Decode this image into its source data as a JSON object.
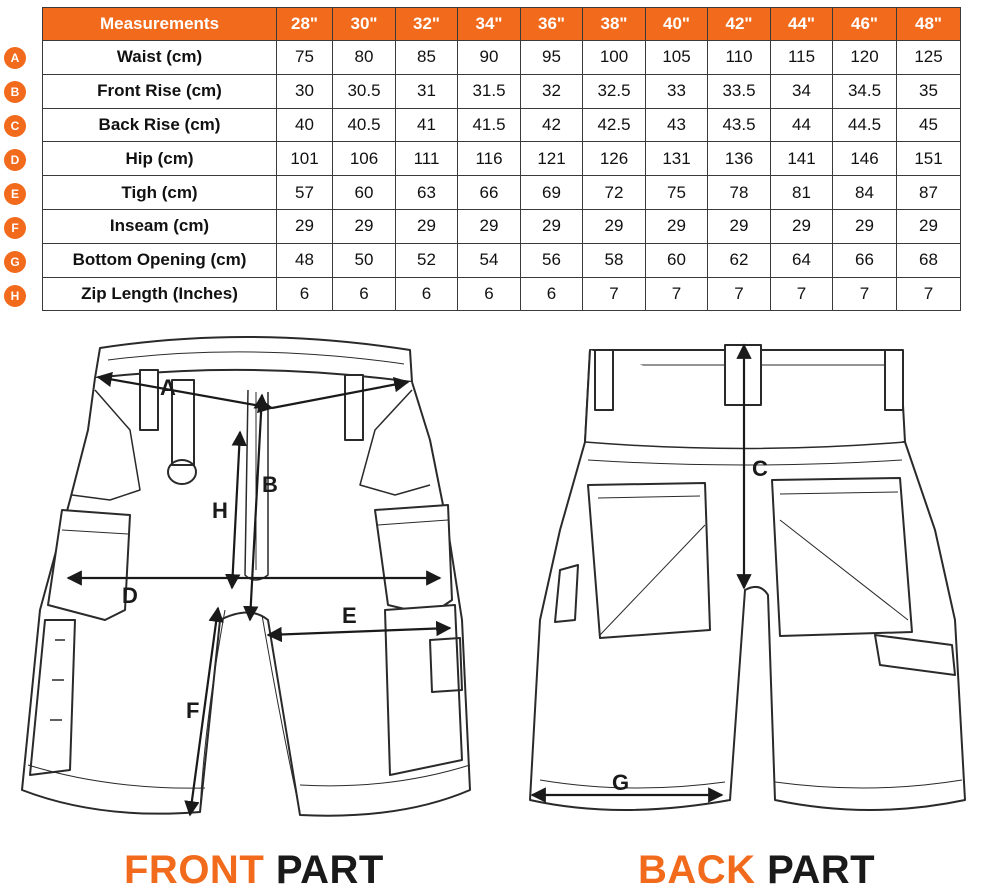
{
  "table": {
    "header": [
      "Measurements",
      "28\"",
      "30\"",
      "32\"",
      "34\"",
      "36\"",
      "38\"",
      "40\"",
      "42\"",
      "44\"",
      "46\"",
      "48\""
    ],
    "rows": [
      {
        "marker": "A",
        "label": "Waist (cm)",
        "values": [
          "75",
          "80",
          "85",
          "90",
          "95",
          "100",
          "105",
          "110",
          "115",
          "120",
          "125"
        ]
      },
      {
        "marker": "B",
        "label": "Front Rise (cm)",
        "values": [
          "30",
          "30.5",
          "31",
          "31.5",
          "32",
          "32.5",
          "33",
          "33.5",
          "34",
          "34.5",
          "35"
        ]
      },
      {
        "marker": "C",
        "label": "Back Rise (cm)",
        "values": [
          "40",
          "40.5",
          "41",
          "41.5",
          "42",
          "42.5",
          "43",
          "43.5",
          "44",
          "44.5",
          "45"
        ]
      },
      {
        "marker": "D",
        "label": "Hip (cm)",
        "values": [
          "101",
          "106",
          "111",
          "116",
          "121",
          "126",
          "131",
          "136",
          "141",
          "146",
          "151"
        ]
      },
      {
        "marker": "E",
        "label": "Tigh (cm)",
        "values": [
          "57",
          "60",
          "63",
          "66",
          "69",
          "72",
          "75",
          "78",
          "81",
          "84",
          "87"
        ]
      },
      {
        "marker": "F",
        "label": "Inseam (cm)",
        "values": [
          "29",
          "29",
          "29",
          "29",
          "29",
          "29",
          "29",
          "29",
          "29",
          "29",
          "29"
        ]
      },
      {
        "marker": "G",
        "label": "Bottom Opening (cm)",
        "values": [
          "48",
          "50",
          "52",
          "54",
          "56",
          "58",
          "60",
          "62",
          "64",
          "66",
          "68"
        ]
      },
      {
        "marker": "H",
        "label": "Zip Length (Inches)",
        "values": [
          "6",
          "6",
          "6",
          "6",
          "6",
          "7",
          "7",
          "7",
          "7",
          "7",
          "7"
        ]
      }
    ]
  },
  "diagram": {
    "front_labels": {
      "a": "A",
      "b": "B",
      "d": "D",
      "e": "E",
      "f": "F",
      "h": "H"
    },
    "back_labels": {
      "c": "C",
      "g": "G"
    }
  },
  "captions": {
    "front_accent": "FRONT",
    "front_plain": " PART",
    "back_accent": "BACK",
    "back_plain": " PART"
  },
  "colors": {
    "accent": "#f26a1b",
    "line": "#1a1a1a"
  }
}
